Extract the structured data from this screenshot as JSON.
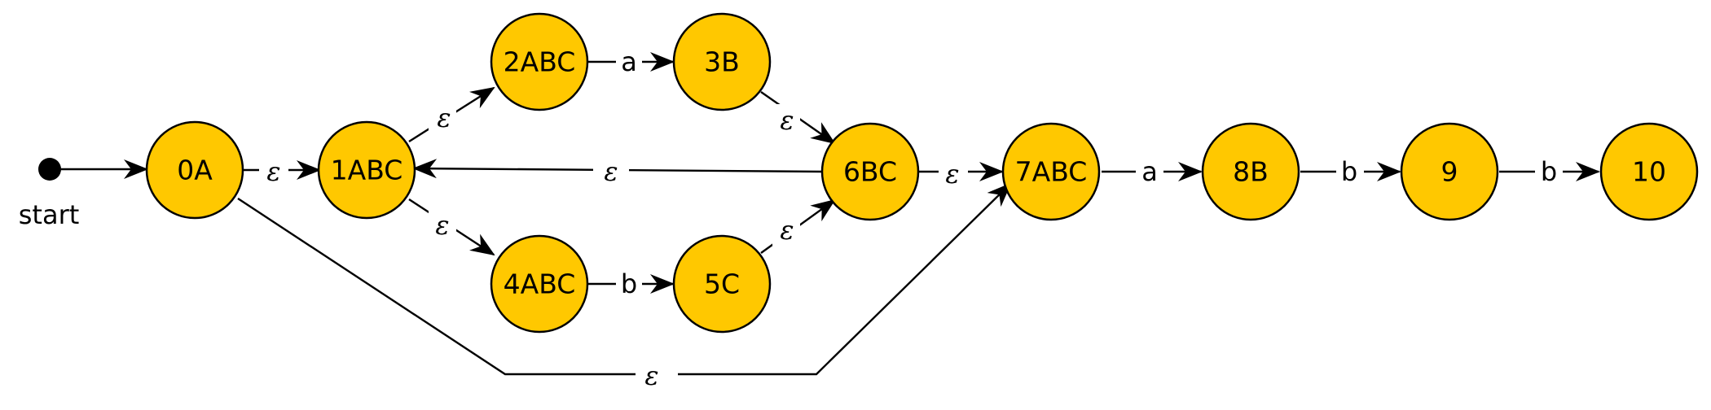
{
  "diagram": {
    "start_label": "start",
    "states": [
      {
        "id": "s0",
        "label": "0A"
      },
      {
        "id": "s1",
        "label": "1ABC"
      },
      {
        "id": "s2",
        "label": "2ABC"
      },
      {
        "id": "s3",
        "label": "3B"
      },
      {
        "id": "s4",
        "label": "4ABC"
      },
      {
        "id": "s5",
        "label": "5C"
      },
      {
        "id": "s6",
        "label": "6BC"
      },
      {
        "id": "s7",
        "label": "7ABC"
      },
      {
        "id": "s8",
        "label": "8B"
      },
      {
        "id": "s9",
        "label": "9"
      },
      {
        "id": "s10",
        "label": "10"
      }
    ],
    "transitions": [
      {
        "from": "start",
        "to": "s0",
        "label": ""
      },
      {
        "from": "s0",
        "to": "s1",
        "label": "ε"
      },
      {
        "from": "s1",
        "to": "s2",
        "label": "ε"
      },
      {
        "from": "s2",
        "to": "s3",
        "label": "a"
      },
      {
        "from": "s3",
        "to": "s6",
        "label": "ε"
      },
      {
        "from": "s1",
        "to": "s4",
        "label": "ε"
      },
      {
        "from": "s4",
        "to": "s5",
        "label": "b"
      },
      {
        "from": "s5",
        "to": "s6",
        "label": "ε"
      },
      {
        "from": "s6",
        "to": "s1",
        "label": "ε"
      },
      {
        "from": "s6",
        "to": "s7",
        "label": "ε"
      },
      {
        "from": "s0",
        "to": "s7",
        "label": "ε"
      },
      {
        "from": "s7",
        "to": "s8",
        "label": "a"
      },
      {
        "from": "s8",
        "to": "s9",
        "label": "b"
      },
      {
        "from": "s9",
        "to": "s10",
        "label": "b"
      }
    ],
    "colors": {
      "state_fill": "#ffc800",
      "stroke": "#000000"
    }
  }
}
